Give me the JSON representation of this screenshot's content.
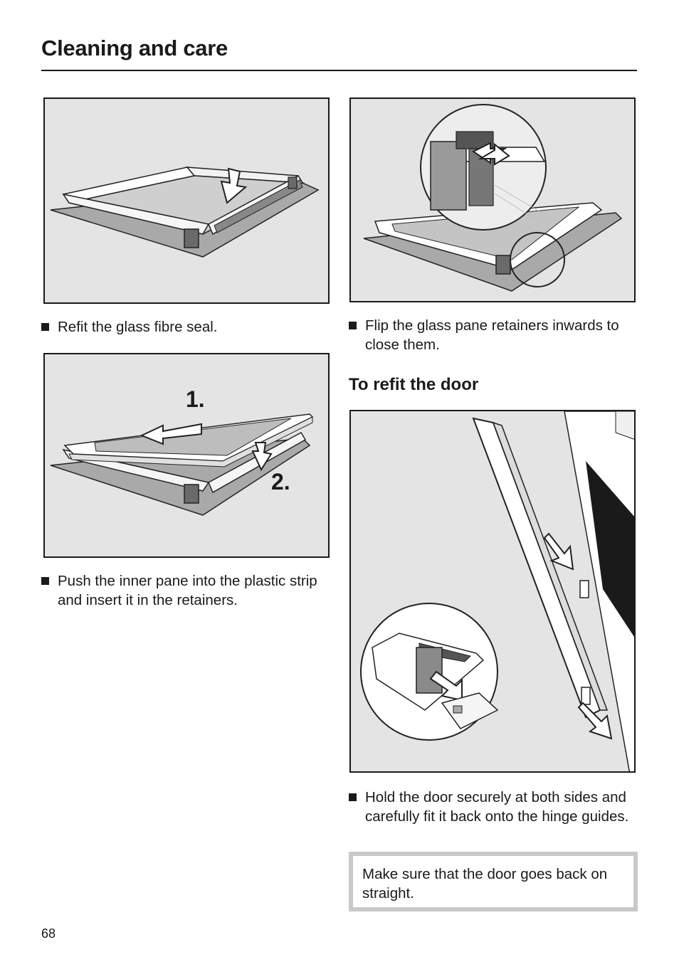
{
  "page": {
    "title": "Cleaning and care",
    "page_number": "68"
  },
  "figures": {
    "seal": {
      "icon": "glass-fibre-seal-illustration"
    },
    "pane": {
      "icon": "inner-pane-illustration",
      "step1": "1.",
      "step2": "2."
    },
    "retainers": {
      "icon": "glass-pane-retainers-illustration"
    },
    "door": {
      "icon": "door-hinge-illustration"
    }
  },
  "steps": {
    "refit_seal": "Refit the glass fibre seal.",
    "push_pane": "Push the inner pane into the plastic strip and insert it in the retainers.",
    "flip_retainers": "Flip the glass pane retainers inwards to close them.",
    "hold_door": "Hold the door securely at both sides and carefully fit it back onto the hinge guides."
  },
  "section": {
    "heading": "To refit the door"
  },
  "note": {
    "text": "Make sure that the door goes back on straight."
  },
  "colors": {
    "figure_background": "#e4e4e4",
    "note_border": "#c9c9c9",
    "text": "#1a1a1a"
  }
}
